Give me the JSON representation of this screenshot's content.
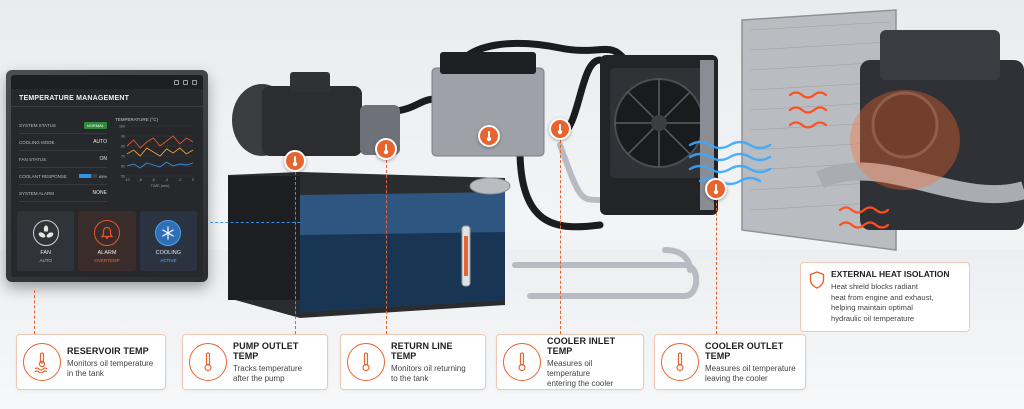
{
  "panel": {
    "title": "TEMPERATURE MANAGEMENT",
    "status_rows": [
      {
        "label": "SYSTEM STATUS",
        "value": "NORMAL"
      },
      {
        "label": "COOLING MODE",
        "value": "AUTO"
      },
      {
        "label": "FAN STATUS",
        "value": "ON"
      },
      {
        "label": "COOLANT RESPONSE",
        "value": "65%",
        "level": 0.65
      },
      {
        "label": "SYSTEM ALARM",
        "value": "NONE"
      }
    ],
    "chart": {
      "title": "TEMPERATURE (°C)",
      "xlabel": "TIME (min)",
      "x_ticks": [
        "-10",
        "-8",
        "-6",
        "-4",
        "-2",
        "0"
      ],
      "y_ticks": [
        "100",
        "90",
        "80",
        "70",
        "60",
        "50"
      ]
    },
    "chart_data": {
      "type": "line",
      "x": [
        -10,
        -9,
        -8,
        -7,
        -6,
        -5,
        -4,
        -3,
        -2,
        -1,
        0
      ],
      "series": [
        {
          "values": [
            80,
            86,
            78,
            84,
            88,
            80,
            85,
            90,
            82,
            88,
            84
          ],
          "color": "#e4572e"
        },
        {
          "values": [
            72,
            76,
            70,
            78,
            74,
            70,
            77,
            73,
            78,
            72,
            76
          ],
          "color": "#e8a33a"
        },
        {
          "values": [
            60,
            62,
            58,
            63,
            61,
            59,
            64,
            60,
            62,
            61,
            63
          ],
          "color": "#3b8fe0"
        }
      ],
      "ylim": [
        50,
        100
      ],
      "xlim": [
        -10,
        0
      ]
    },
    "tiles": [
      {
        "label": "FAN",
        "sub": "AUTO",
        "icon": "fan-icon"
      },
      {
        "label": "ALARM",
        "sub": "OVERTEMP",
        "icon": "bell-icon"
      },
      {
        "label": "COOLING",
        "sub": "ACTIVE",
        "icon": "snowflake-icon"
      }
    ]
  },
  "cards": [
    {
      "title": "RESERVOIR TEMP",
      "desc1": "Monitors oil temperature",
      "desc2": "in the tank",
      "icon": "thermometer-waves-icon"
    },
    {
      "title": "PUMP OUTLET TEMP",
      "desc1": "Tracks temperature",
      "desc2": "after the pump",
      "icon": "thermometer-icon"
    },
    {
      "title": "RETURN LINE TEMP",
      "desc1": "Monitors oil returning",
      "desc2": "to the tank",
      "icon": "thermometer-icon"
    },
    {
      "title": "COOLER INLET TEMP",
      "desc1": "Measures oil temperature",
      "desc2": "entering the cooler",
      "icon": "thermometer-icon"
    },
    {
      "title": "COOLER OUTLET TEMP",
      "desc1": "Measures oil temperature",
      "desc2": "leaving the cooler",
      "icon": "thermometer-icon"
    }
  ],
  "heat_isolation": {
    "title": "EXTERNAL HEAT ISOLATION",
    "lines": [
      "Heat shield blocks radiant",
      "heat from engine and exhaust,",
      "helping maintain optimal",
      "hydraulic oil temperature"
    ],
    "icon": "shield-icon"
  },
  "colors": {
    "accent": "#e8642f",
    "cool": "#3b8fe0",
    "ok": "#2f8a3a"
  }
}
